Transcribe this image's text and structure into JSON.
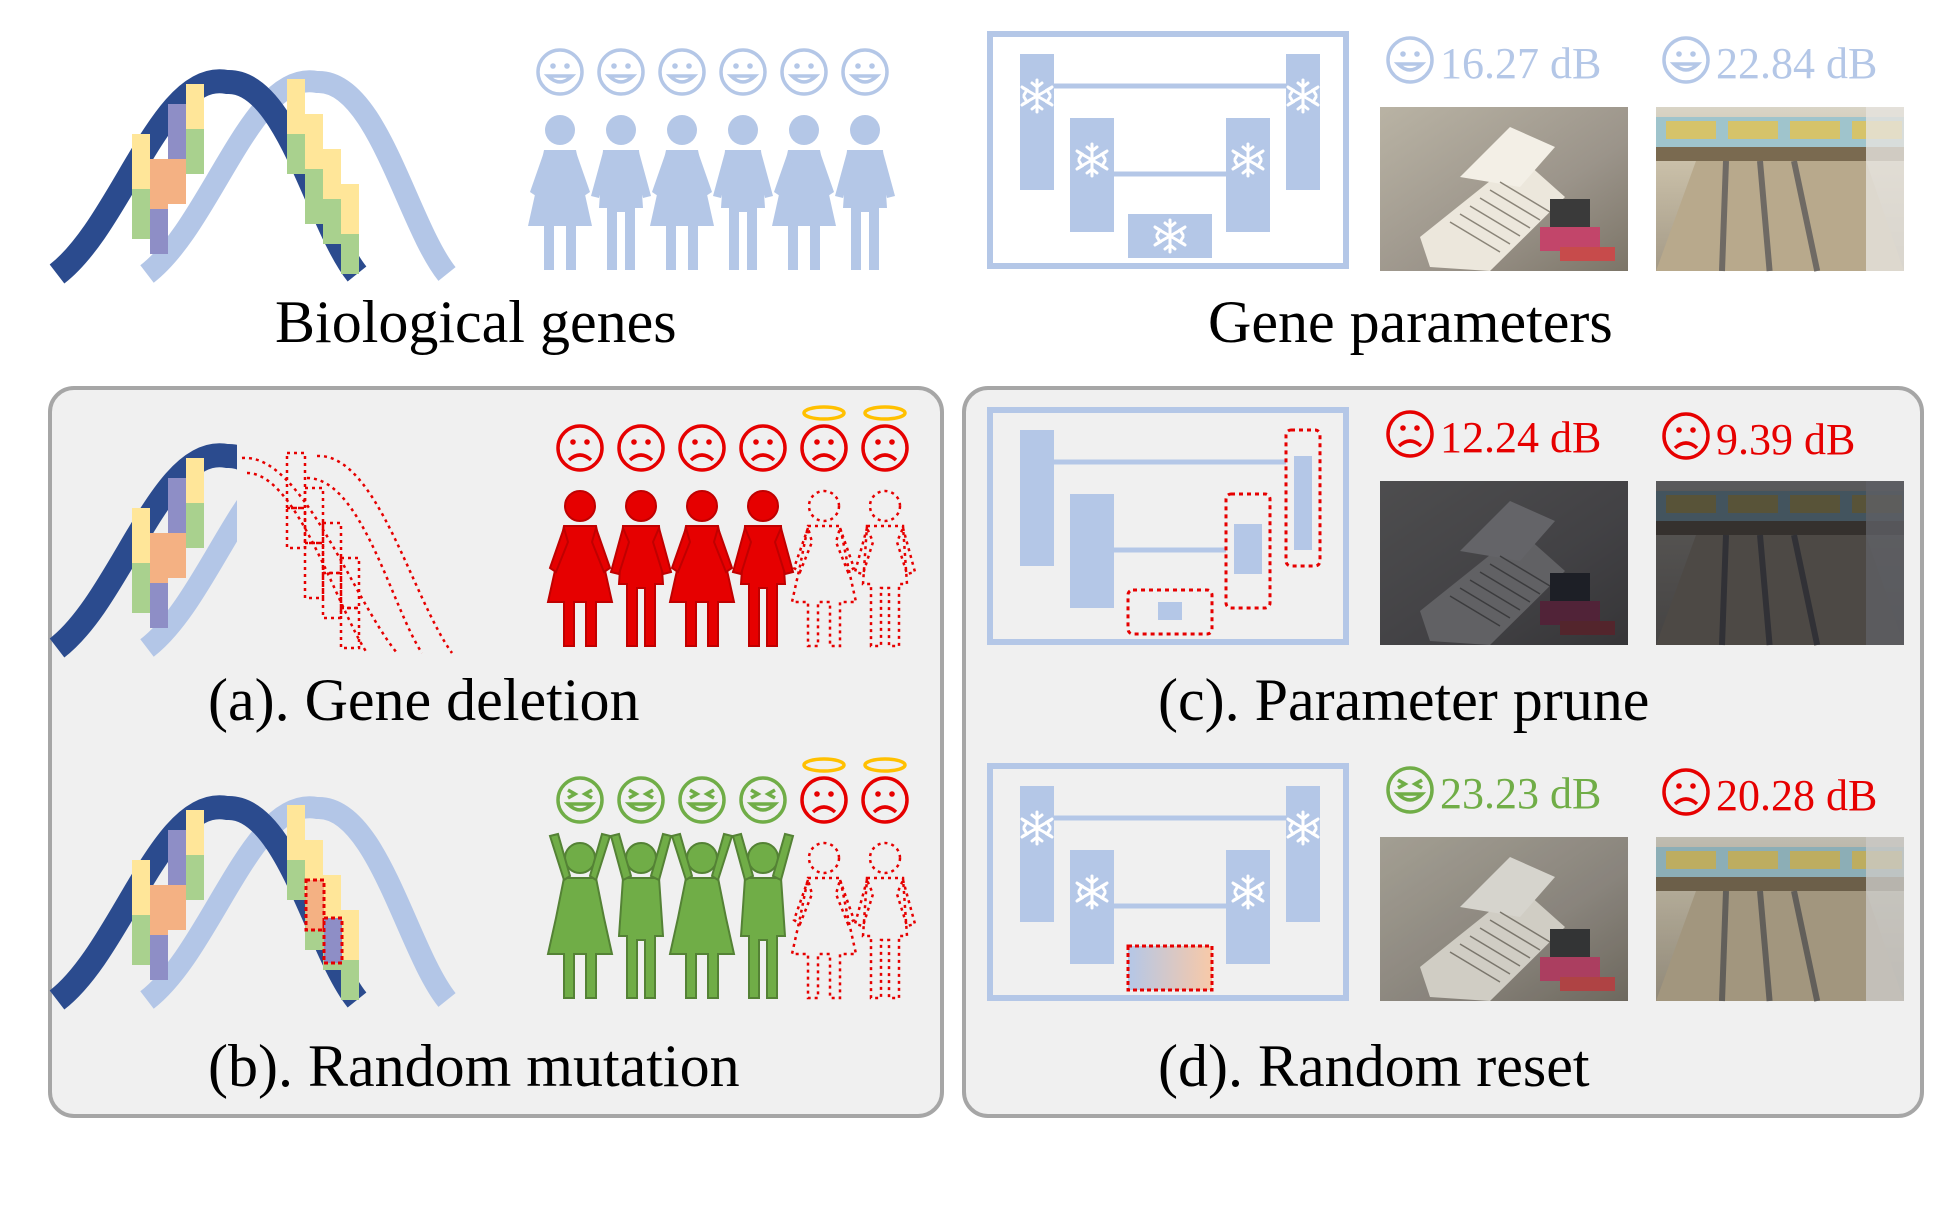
{
  "colors": {
    "dark_blue": "#2b4b8e",
    "light_blue": "#b3c6e7",
    "people_blue": "#b4c7e7",
    "red": "#e60000",
    "green": "#70ad47",
    "gold": "#ffc000",
    "yellow_bar": "#ffe699",
    "orange_bar": "#f4b183",
    "purple_bar": "#8e8ec6",
    "green_bar": "#a9d18e",
    "panel_bg": "#f0f0f0",
    "panel_border": "#a6a6a6"
  },
  "top_left": {
    "caption": "Biological genes"
  },
  "top_right": {
    "caption": "Gene parameters",
    "scores": [
      "16.27 dB",
      "22.84 dB"
    ],
    "face": "smile-face-icon",
    "images": [
      "open-book-photo",
      "bowling-alley-photo"
    ]
  },
  "panel_a": {
    "caption": "(a). Gene deletion",
    "faces": [
      "sad-face-icon",
      "angel-sad-face-icon"
    ]
  },
  "panel_b": {
    "caption": "(b). Random mutation",
    "faces": [
      "laughing-face-icon",
      "angel-sad-face-icon"
    ]
  },
  "panel_c": {
    "caption": "(c). Parameter prune",
    "scores": [
      "12.24 dB",
      "9.39 dB"
    ],
    "images": [
      "open-book-photo-dark",
      "bowling-alley-photo-dark"
    ]
  },
  "panel_d": {
    "caption": "(d). Random reset",
    "scores": [
      "23.23 dB",
      "20.28 dB"
    ],
    "images": [
      "open-book-photo-restored",
      "bowling-alley-photo-restored"
    ]
  }
}
